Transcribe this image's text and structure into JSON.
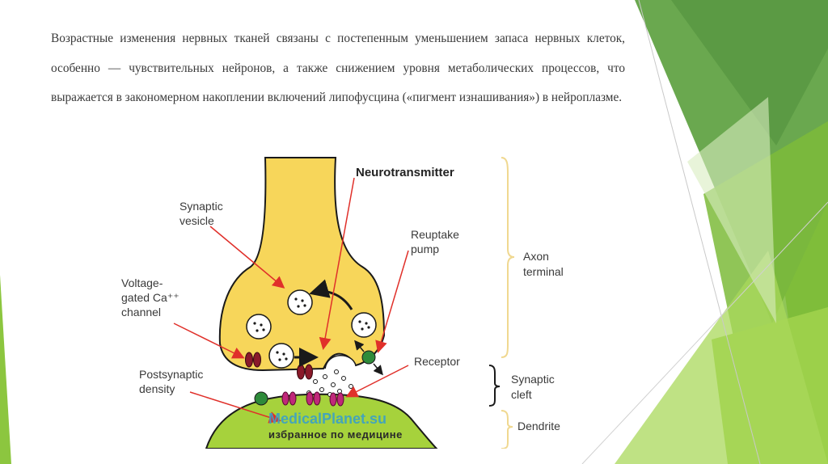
{
  "slide": {
    "paragraph": "Возрастные изменения нервных тканей связаны с постепенным уменьшением запаса нервных клеток, особенно — чувствительных нейронов, а также снижением уровня метаболических процессов, что выражается в закономерном накоплении включений липофусцина («пигмент изнашивания») в нейроплазме."
  },
  "diagram": {
    "labels": {
      "neurotransmitter": "Neurotransmitter",
      "synaptic_vesicle_1": "Synaptic",
      "synaptic_vesicle_2": "vesicle",
      "reuptake_1": "Reuptake",
      "reuptake_2": "pump",
      "voltage_1": "Voltage-",
      "voltage_2": "gated Ca⁺⁺",
      "voltage_3": "channel",
      "postsynaptic_1": "Postsynaptic",
      "postsynaptic_2": "density",
      "receptor": "Receptor",
      "axon_1": "Axon",
      "axon_2": "terminal",
      "cleft_1": "Synaptic",
      "cleft_2": "cleft",
      "dendrite": "Dendrite"
    },
    "watermark": {
      "line1": "MedicalPlanet.su",
      "line2": "избранное по медицине"
    },
    "colors": {
      "terminal_fill": "#f7d65a",
      "dendrite_fill": "#a6d23c",
      "arrow_red": "#e0302a",
      "brace": "#f0d890",
      "channel": "#8a1a2a",
      "receptor_magenta": "#c0287a",
      "pump_green": "#2e8b3a"
    }
  }
}
